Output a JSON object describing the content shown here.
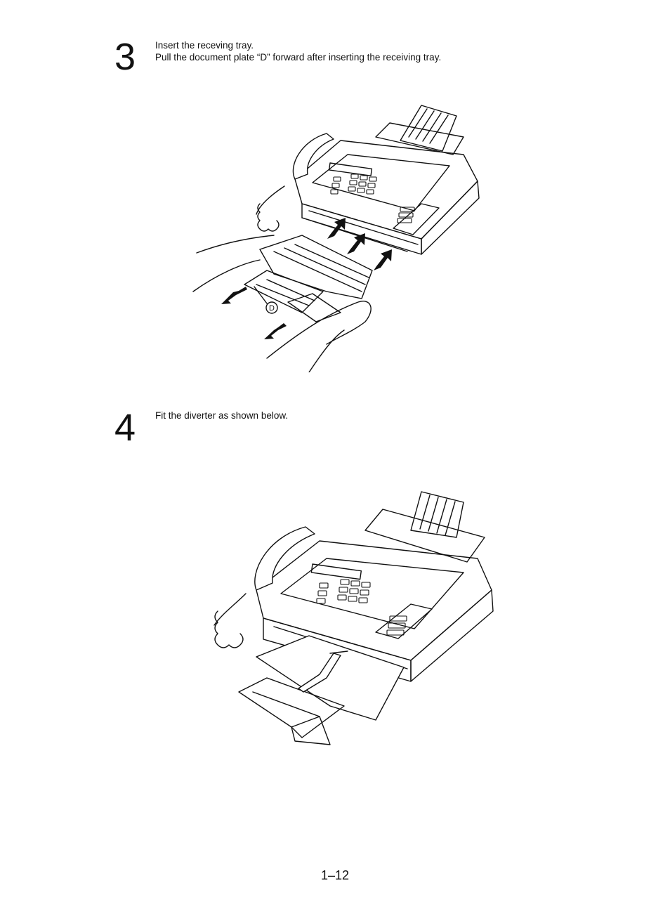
{
  "steps": [
    {
      "number": "3",
      "lines": [
        "Insert the receving tray.",
        "Pull the document plate “D” forward after inserting the receiving tray."
      ],
      "callout": "D"
    },
    {
      "number": "4",
      "lines": [
        "Fit the diverter as shown below."
      ]
    }
  ],
  "page_number": "1–12",
  "icons": [
    "arrow-insert-icon",
    "arrow-pull-icon"
  ]
}
